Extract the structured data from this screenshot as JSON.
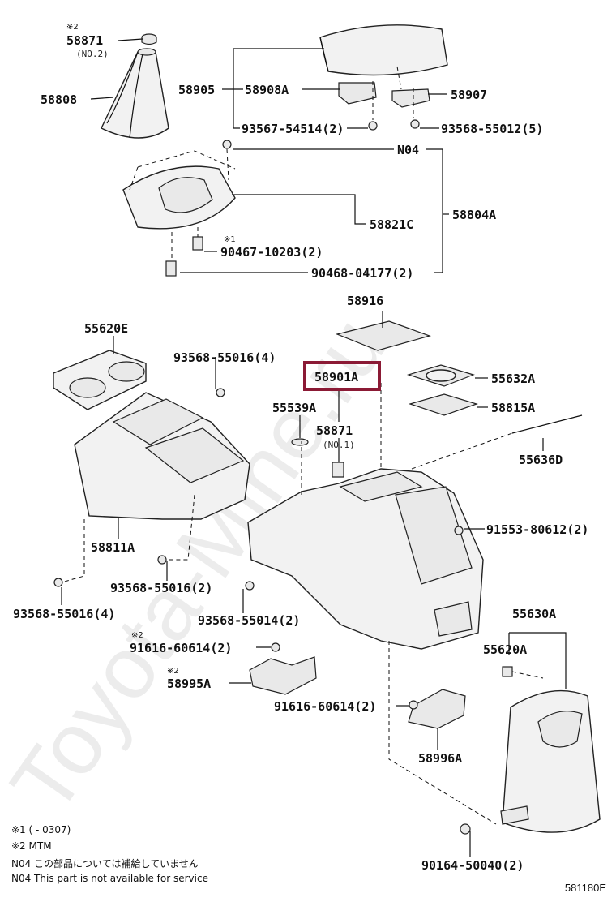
{
  "watermark": "Toyota-Mine.ru",
  "diagram_code": "581180E",
  "highlight_color": "#8b1a35",
  "labels": {
    "p58871_top": "58871",
    "p58871_top_mark": "※2",
    "p58871_top_sub": "(NO.2)",
    "p58808": "58808",
    "p58905": "58905",
    "p58908A": "58908A",
    "p58907": "58907",
    "p93567_54514": "93567-54514(2)",
    "p93568_55012": "93568-55012(5)",
    "pN04": "N04",
    "p58821C": "58821C",
    "p58804A": "58804A",
    "p90467_mark": "※1",
    "p90467": "90467-10203(2)",
    "p90468": "90468-04177(2)",
    "p58916": "58916",
    "p55620E": "55620E",
    "p93568_55016_a": "93568-55016(4)",
    "p58901A": "58901A",
    "p55632A": "55632A",
    "p55539A": "55539A",
    "p58815A": "58815A",
    "p58871_mid": "58871",
    "p58871_mid_sub": "(NO.1)",
    "p55636D": "55636D",
    "p91553": "91553-80612(2)",
    "p58811A": "58811A",
    "p93568_55016_b": "93568-55016(2)",
    "p93568_55016_c": "93568-55016(4)",
    "p93568_55014": "93568-55014(2)",
    "p55630A": "55630A",
    "p91616_a_mark": "※2",
    "p91616_a": "91616-60614(2)",
    "p55620A": "55620A",
    "p58995A_mark": "※2",
    "p58995A": "58995A",
    "p91616_b": "91616-60614(2)",
    "p58996A": "58996A",
    "p90164": "90164-50040(2)"
  },
  "notes": [
    "※1 (      - 0307)",
    "※2 MTM",
    "N04 この部品については補給していません",
    "N04 This part is not available for service"
  ]
}
